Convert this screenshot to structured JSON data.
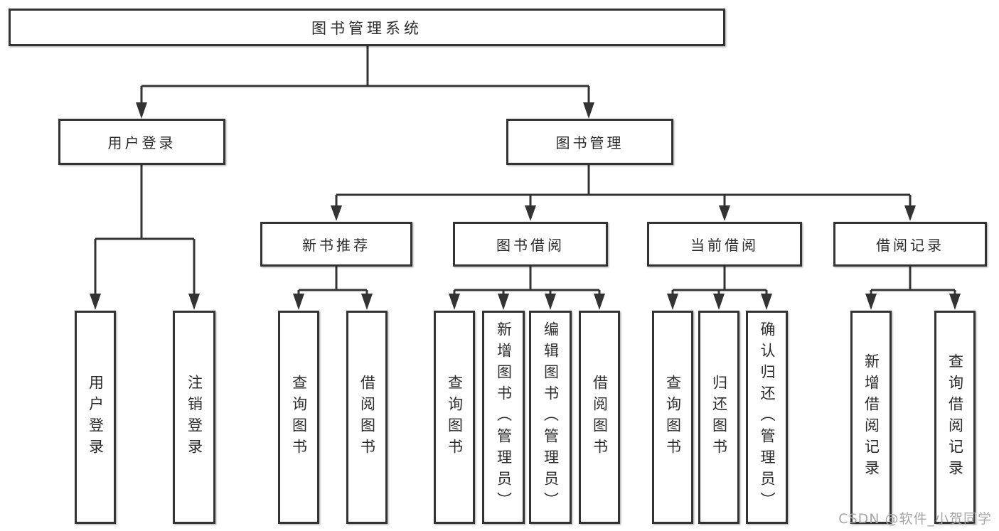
{
  "colors": {
    "line": "#333333",
    "box_border": "#333333",
    "box_fill": "#ffffff",
    "text": "#2b2b2b",
    "watermark": "#a6a6a6"
  },
  "watermark": {
    "text": "CSDN @软件_小贺同学"
  },
  "diagram": {
    "root": {
      "label": "图书管理系统",
      "children": [
        {
          "label": "用户登录",
          "children": [
            {
              "label": "用户登录"
            },
            {
              "label": "注销登录"
            }
          ]
        },
        {
          "label": "图书管理",
          "children": [
            {
              "label": "新书推荐",
              "children": [
                {
                  "label": "查询图书"
                },
                {
                  "label": "借阅图书"
                }
              ]
            },
            {
              "label": "图书借阅",
              "children": [
                {
                  "label": "查询图书"
                },
                {
                  "label": "新增图书（管理员）"
                },
                {
                  "label": "编辑图书（管理员）"
                },
                {
                  "label": "借阅图书"
                }
              ]
            },
            {
              "label": "当前借阅",
              "children": [
                {
                  "label": "查询图书"
                },
                {
                  "label": "归还图书"
                },
                {
                  "label": "确认归还（管理员）"
                }
              ]
            },
            {
              "label": "借阅记录",
              "children": [
                {
                  "label": "新增借阅记录"
                },
                {
                  "label": "查询借阅记录"
                }
              ]
            }
          ]
        }
      ]
    }
  }
}
